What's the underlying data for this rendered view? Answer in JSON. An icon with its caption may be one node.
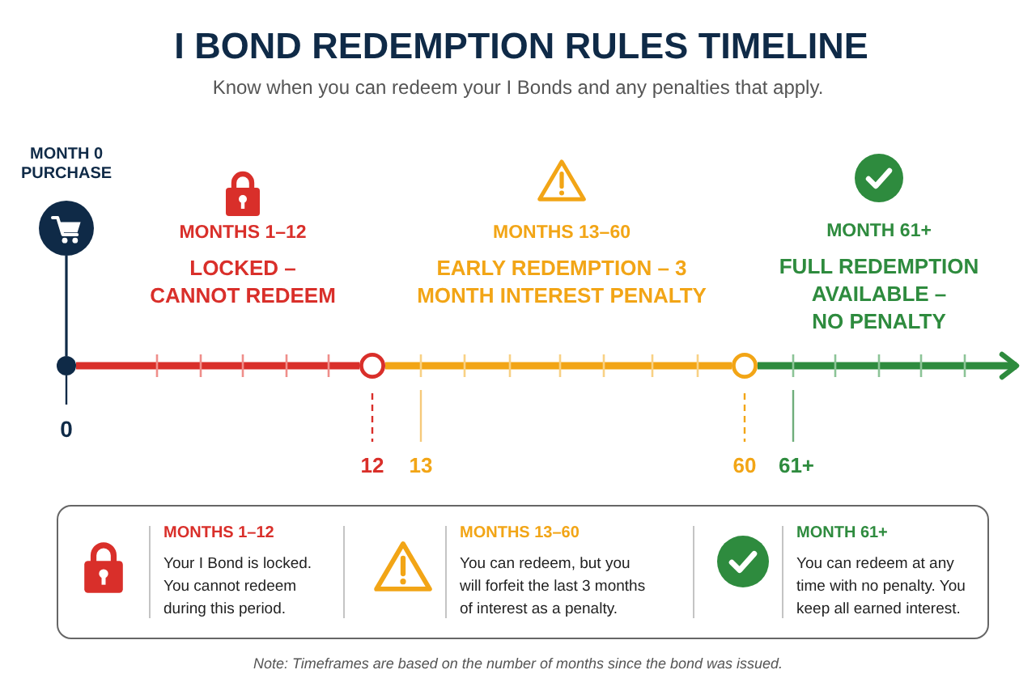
{
  "diagram": {
    "title": "I BOND REDEMPTION RULES TIMELINE",
    "nodes": [
      {
        "text": [
          "MONTH 0 PURCHASE"
        ]
      },
      {
        "text": [],
        "shape": "circle",
        "beside": [
          "0"
        ]
      },
      {
        "text": [],
        "shape": "circle"
      },
      {
        "text": [],
        "shape": "circle"
      },
      {
        "text": [
          "MONTHS 1–12",
          "Your I Bond is locked. You cannot redeem during this period.",
          "MONTHS 13–60",
          "You can redeem, but you will forfeit the last 3 months of interest as a penalty.",
          "MONTH 61+",
          "You can redeem at any time with no penalty. You keep all earned interest."
        ]
      }
    ],
    "edges": [
      {
        "from": 0,
        "to": 1,
        "arrow": "none",
        "color": "#0f2a47"
      },
      {
        "from": 1,
        "to": 2,
        "arrow": "none",
        "color": "#d92f2a"
      },
      {
        "from": 2,
        "to": 3,
        "arrow": "none",
        "color": "#f2a516"
      },
      {
        "from": 3,
        "to": null,
        "arrow": "to",
        "color": "#2e8b3e"
      }
    ],
    "labels": [
      "Know when you can redeem your I Bonds and any penalties that apply.",
      "MONTHS 1–12",
      "LOCKED – CANNOT REDEEM",
      "MONTHS 13–60",
      "EARLY REDEMPTION – 3 MONTH INTEREST PENALTY",
      "MONTH 61+",
      "FULL REDEMPTION AVAILABLE – NO PENALTY",
      "12",
      "13",
      "60",
      "61+",
      "Note: Timeframes are based on the number of months since the bond was issued."
    ]
  }
}
